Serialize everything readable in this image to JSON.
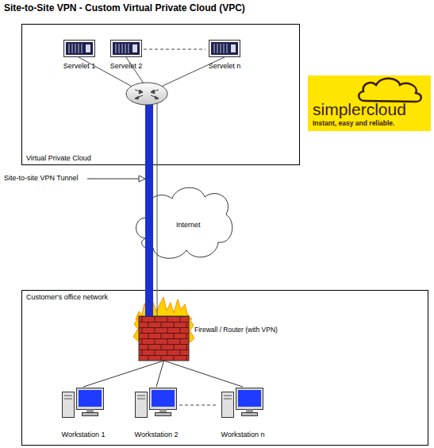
{
  "diagram": {
    "title": "Site-to-Site VPN - Custom Virtual Private Cloud (VPC)",
    "nodes": [
      {
        "text": [
          "Virtual Private Cloud"
        ]
      },
      {
        "text": [
          "Servelet 1"
        ],
        "in": 0
      },
      {
        "text": [
          "Servelet 2"
        ],
        "in": 0
      },
      {
        "text": [
          "Servelet n"
        ],
        "in": 0
      },
      {
        "text": [
          "simplercloud",
          "Instant, easy and reliable."
        ]
      },
      {
        "text": [
          "Internet"
        ]
      },
      {
        "text": [
          "Customer's office network"
        ]
      },
      {
        "text": [
          "Firewall / Router (with VPN)"
        ],
        "in": 6
      },
      {
        "text": [
          "Workstation 1"
        ],
        "in": 6
      },
      {
        "text": [
          "Workstation 2"
        ],
        "in": 6
      },
      {
        "text": [
          "Workstation n"
        ],
        "in": 6
      }
    ],
    "edges": [
      {
        "from": 0,
        "to": 7,
        "arrow": "none"
      },
      {
        "from": 7,
        "to": 8,
        "arrow": "none"
      },
      {
        "from": 7,
        "to": 9,
        "arrow": "none"
      },
      {
        "from": 7,
        "to": 10,
        "arrow": "none"
      }
    ],
    "labels": [
      "Site-to-site VPN Tunnel"
    ]
  }
}
